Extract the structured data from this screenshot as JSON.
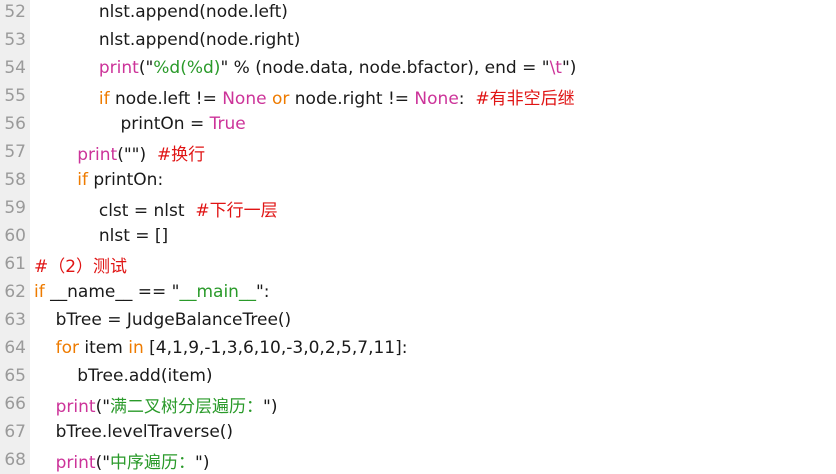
{
  "lines": [
    {
      "n": "52",
      "code": "            nlst.append(node.left)"
    },
    {
      "n": "53",
      "code": "            nlst.append(node.right)"
    },
    {
      "n": "54",
      "code": "            print(\"%d(%d)\" % (node.data, node.bfactor), end = \"\\t\")"
    },
    {
      "n": "55",
      "code": "            if node.left != None or node.right != None:  #有非空后继"
    },
    {
      "n": "56",
      "code": "                printOn = True"
    },
    {
      "n": "57",
      "code": "        print(\"\")  #换行"
    },
    {
      "n": "58",
      "code": "        if printOn:"
    },
    {
      "n": "59",
      "code": "            clst = nlst  #下行一层"
    },
    {
      "n": "60",
      "code": "            nlst = []"
    },
    {
      "n": "61",
      "code": "#（2）测试"
    },
    {
      "n": "62",
      "code": "if __name__ == \"__main__\":"
    },
    {
      "n": "63",
      "code": "    bTree = JudgeBalanceTree()"
    },
    {
      "n": "64",
      "code": "    for item in [4,1,9,-1,3,6,10,-3,0,2,5,7,11]:"
    },
    {
      "n": "65",
      "code": "        bTree.add(item)"
    },
    {
      "n": "66",
      "code": "    print(\"满二叉树分层遍历：\")"
    },
    {
      "n": "67",
      "code": "    bTree.levelTraverse()"
    },
    {
      "n": "68",
      "code": "    print(\"中序遍历：\")"
    }
  ],
  "colors": {
    "keyword": "#ee7b00",
    "builtin": "#cc3399",
    "string": "#2a9a2a",
    "comment": "#e01414",
    "gutter": "#efefef",
    "line_number": "#9a9a9a"
  }
}
